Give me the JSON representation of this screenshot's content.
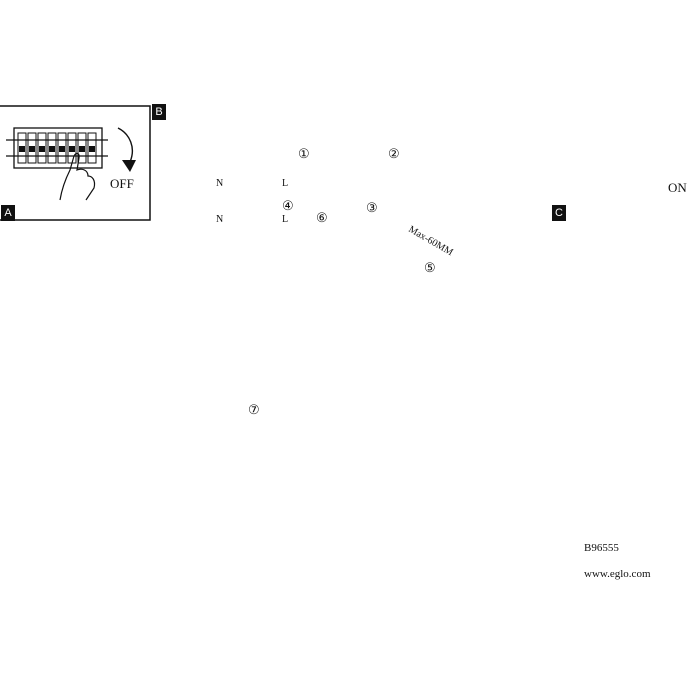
{
  "panels": {
    "a": {
      "letter": "A",
      "switch_text": "OFF"
    },
    "b": {
      "letter": "B"
    },
    "c": {
      "letter": "C",
      "switch_text": "ON"
    }
  },
  "terminal_labels": {
    "n_top": "N",
    "l_top": "L",
    "n_bottom": "N",
    "l_bottom": "L"
  },
  "steps": [
    "①",
    "②",
    "③",
    "④",
    "⑤",
    "⑥",
    "⑦"
  ],
  "cable_note": "Max-60MM",
  "model": "B96555",
  "website": "www.eglo.com",
  "accent_color": "#111111",
  "icons": [
    "hand-pointer-icon",
    "rotate-arrow-icon",
    "checkmark-icon",
    "cross-icon",
    "ground-icon"
  ]
}
